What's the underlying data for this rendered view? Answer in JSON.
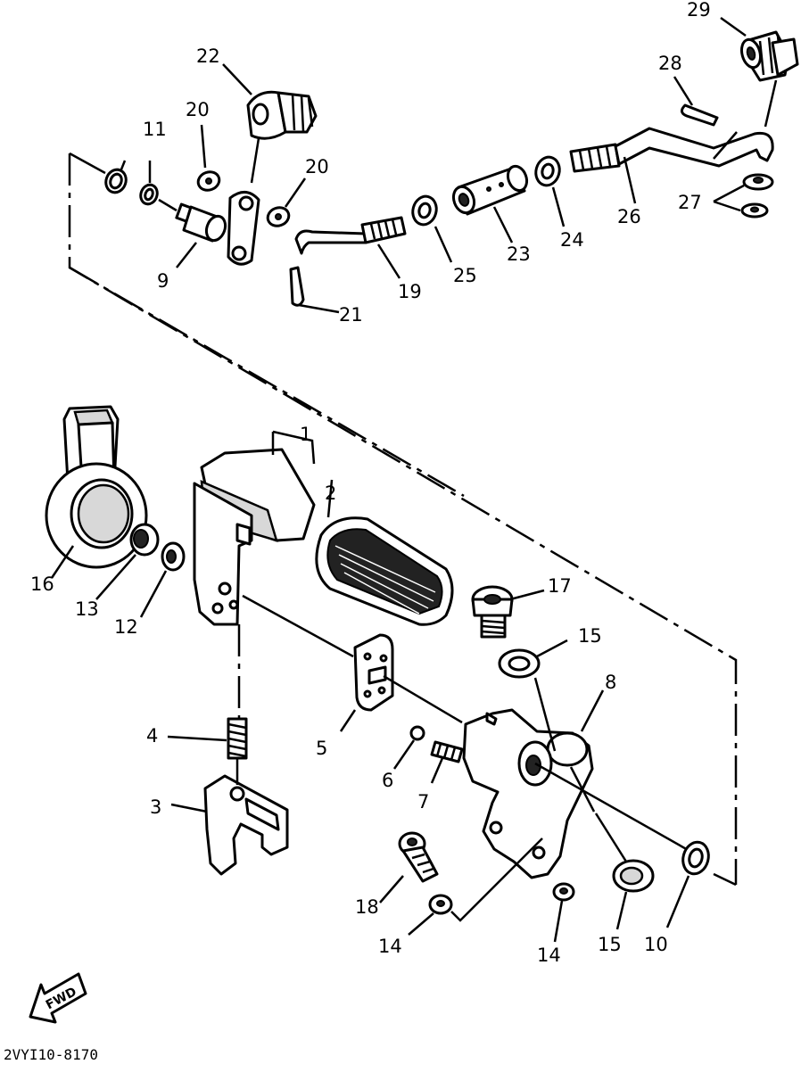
{
  "diagram": {
    "drawing_code": "2VYI10-8170",
    "direction_label": "FWD",
    "part_labels": {
      "p1": "1",
      "p2": "2",
      "p3": "3",
      "p4": "4",
      "p5": "5",
      "p6": "6",
      "p7": "7",
      "p8": "8",
      "p9": "9",
      "p10": "10",
      "p11": "11",
      "p12": "12",
      "p13": "13",
      "p14a": "14",
      "p14b": "14",
      "p15a": "15",
      "p15b": "15",
      "p16": "16",
      "p17": "17",
      "p18": "18",
      "p19": "19",
      "p20a": "20",
      "p20b": "20",
      "p21": "21",
      "p22": "22",
      "p23": "23",
      "p24": "24",
      "p25": "25",
      "p26": "26",
      "p27": "27",
      "p28": "28",
      "p29": "29"
    }
  }
}
